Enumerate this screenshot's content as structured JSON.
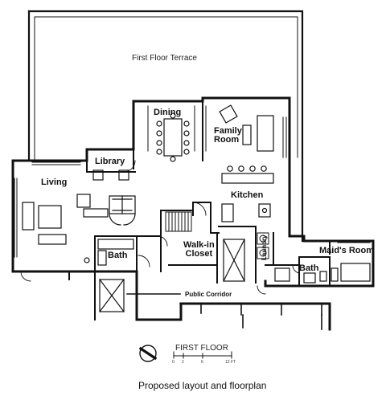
{
  "rooms": {
    "terrace": "First Floor Terrace",
    "dining": "Dining",
    "family_room": "Family\nRoom",
    "library": "Library",
    "living": "Living",
    "kitchen": "Kitchen",
    "walk_in_closet": "Walk-in\nCloset",
    "bath_left": "Bath",
    "laundry": "Laundry",
    "maids_room": "Maid's Room",
    "bath_right": "Bath",
    "public_corridor": "Public Corridor"
  },
  "legend": {
    "floor_title": "FIRST FLOOR",
    "scale_ticks": [
      "0",
      "2",
      "6",
      "12 FT"
    ]
  },
  "caption": "Proposed layout and floorplan"
}
